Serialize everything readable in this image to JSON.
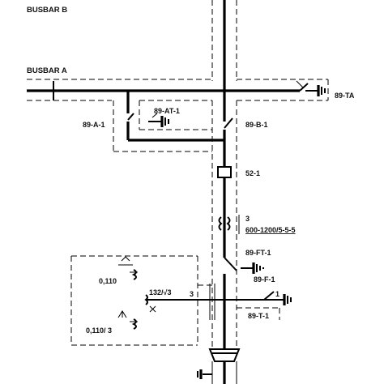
{
  "labels": {
    "busbar_b": "BUSBAR B",
    "busbar_a": "BUSBAR A",
    "sw_89_ta": "89-TA",
    "sw_89_at_1": "89-AT-1",
    "sw_89_a_1": "89-A-1",
    "sw_89_b_1": "89-B-1",
    "breaker_52_1": "52-1",
    "ct_count": "3",
    "ct_ratio": "600-1200/5-5-5",
    "sw_89_ft_1": "89-FT-1",
    "sw_89_f_1": "89-F-1",
    "pt_ratio": "132/√3",
    "pt_count": "3",
    "pt_sec_1": "0,110",
    "pt_sec_2": "0,110/  3",
    "sw_89_t_1_count": "1",
    "sw_89_t_1": "89-T-1"
  }
}
